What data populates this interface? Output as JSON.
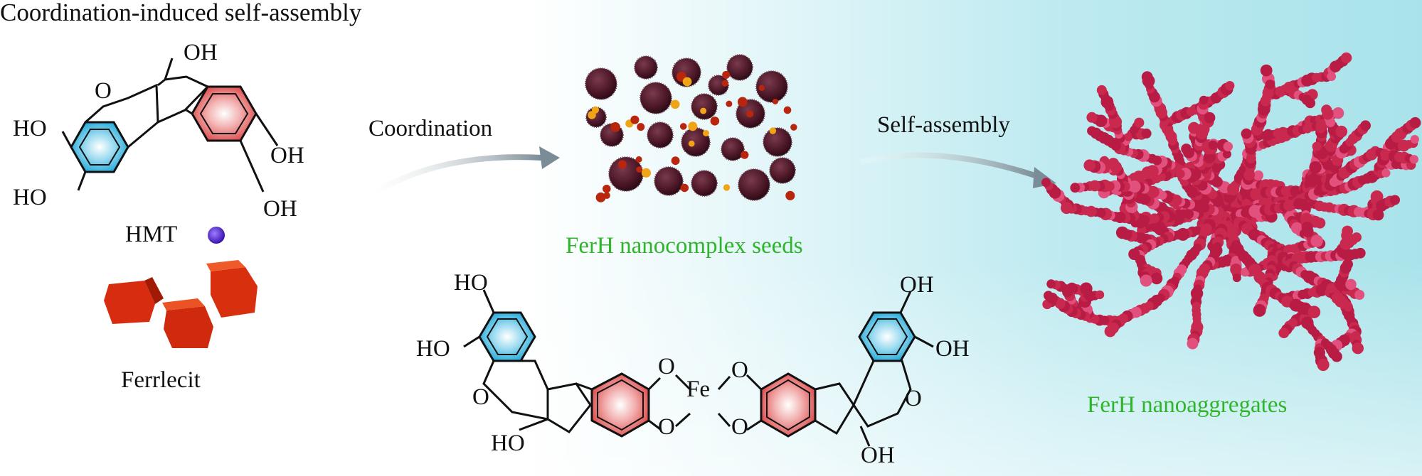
{
  "title": "Coordination-induced self-assembly",
  "arrows": {
    "coordination": "Coordination",
    "self_assembly": "Self-assembly"
  },
  "labels": {
    "hmt": "HMT",
    "ferrlecit": "Ferrlecit",
    "seeds": "FerH nanocomplex seeds",
    "aggregates": "FerH nanoaggregates"
  },
  "atoms": {
    "oh": "OH",
    "ho": "HO",
    "o": "O",
    "fe": "Fe"
  },
  "colors": {
    "green_label": "#2fb52a",
    "ring_blue": "#33b6e0",
    "ring_red": "#e05a5a",
    "hmt_dot": "#5b2bd6",
    "ferrlecit_red": "#d42a12",
    "seed_dark": "#4a1626",
    "aggregate_red": "#c2204c",
    "background_cyan": "#aee7ec"
  }
}
